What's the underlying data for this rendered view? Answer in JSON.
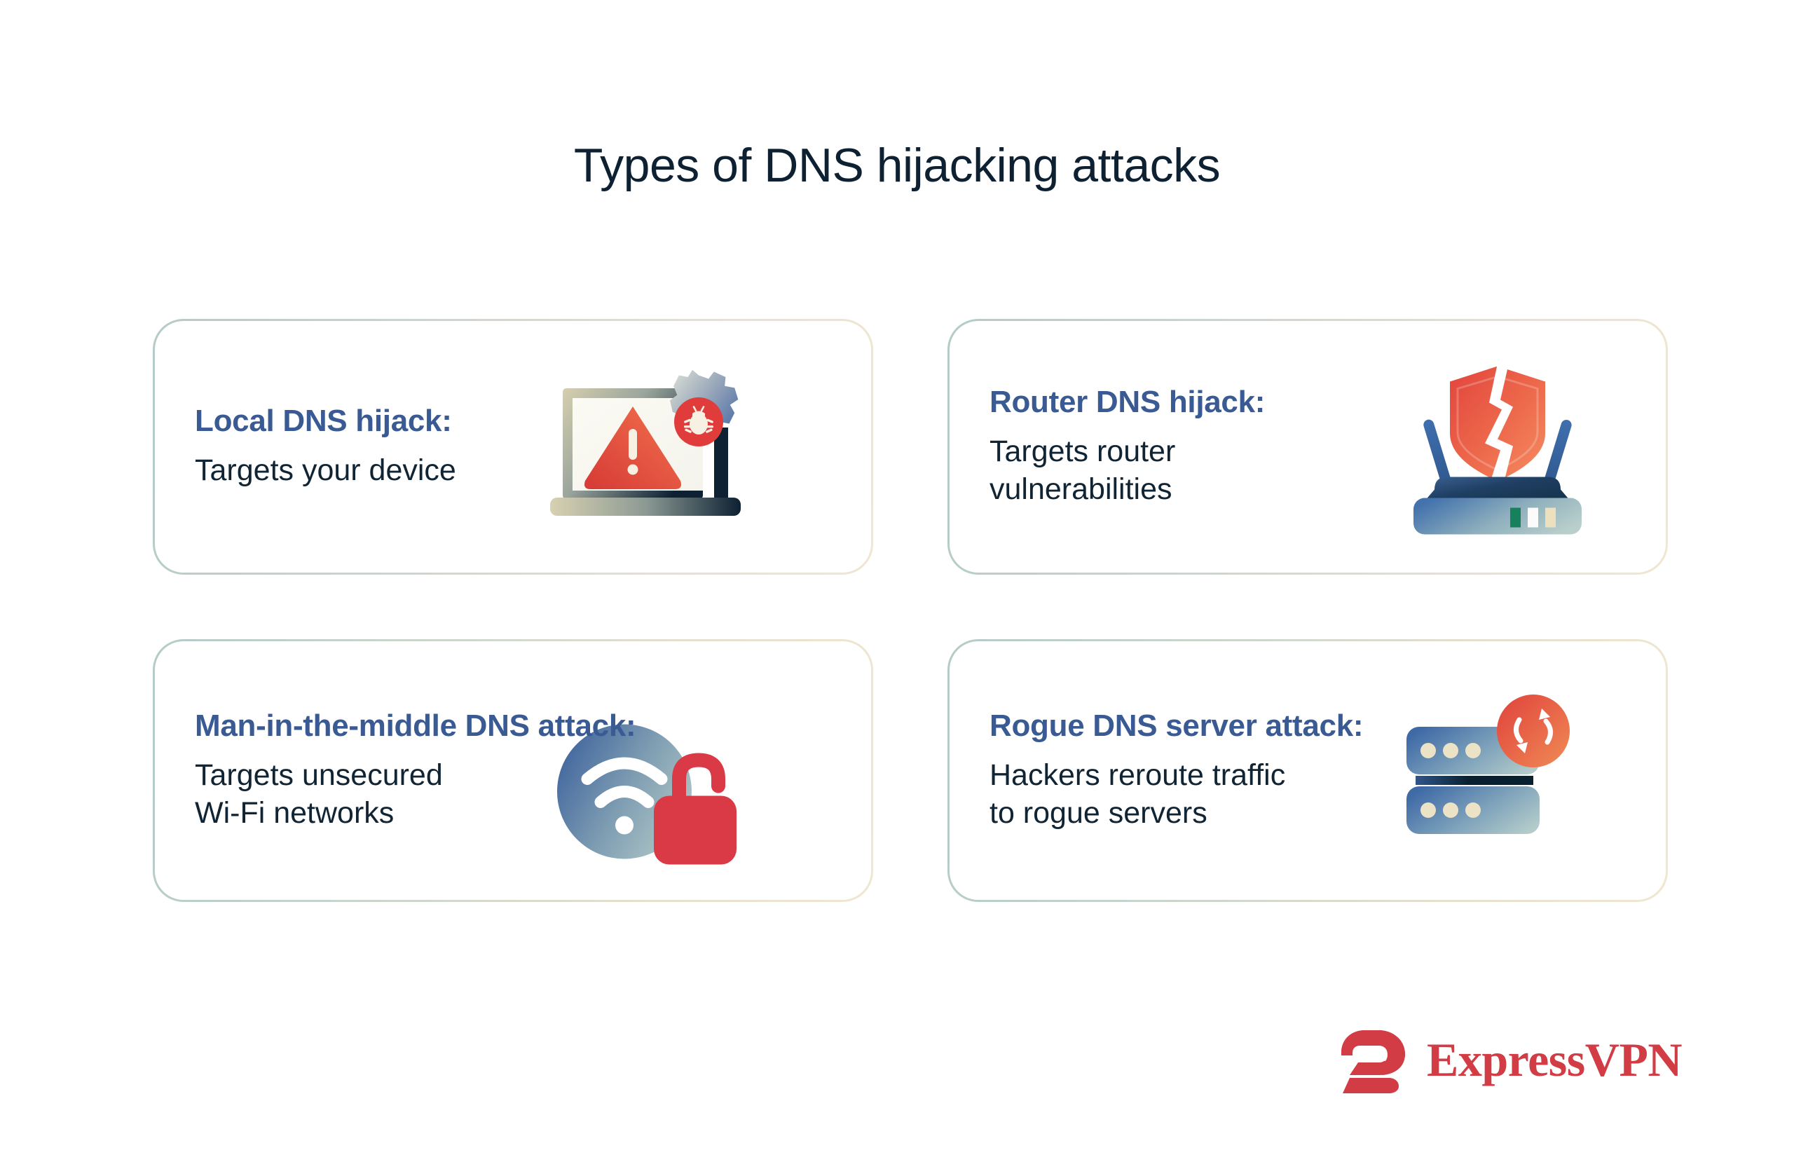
{
  "title": "Types of DNS hijacking attacks",
  "colors": {
    "title_text": "#0d2133",
    "heading_blue": "#3a5a94",
    "body_text": "#102434",
    "card_border_start": "#b4cbc8",
    "card_border_end": "#efe7d1",
    "brand_red": "#d13c45",
    "alert_red": "#e03c3c",
    "background": "#ffffff"
  },
  "cards": [
    {
      "heading": "Local DNS hijack:",
      "body": "Targets your device",
      "icon_name": "laptop-warning-bug-icon"
    },
    {
      "heading": "Router DNS hijack:",
      "body": "Targets router\nvulnerabilities",
      "icon_name": "router-broken-shield-icon"
    },
    {
      "heading": "Man-in-the-middle DNS attack:",
      "body": "Targets unsecured\nWi-Fi networks",
      "icon_name": "wifi-open-padlock-icon"
    },
    {
      "heading": "Rogue DNS server attack:",
      "body": "Hackers reroute traffic\nto rogue servers",
      "icon_name": "server-stack-refresh-icon"
    }
  ],
  "logo": {
    "wordmark": "ExpressVPN",
    "mark_name": "expressvpn-e-logo"
  }
}
